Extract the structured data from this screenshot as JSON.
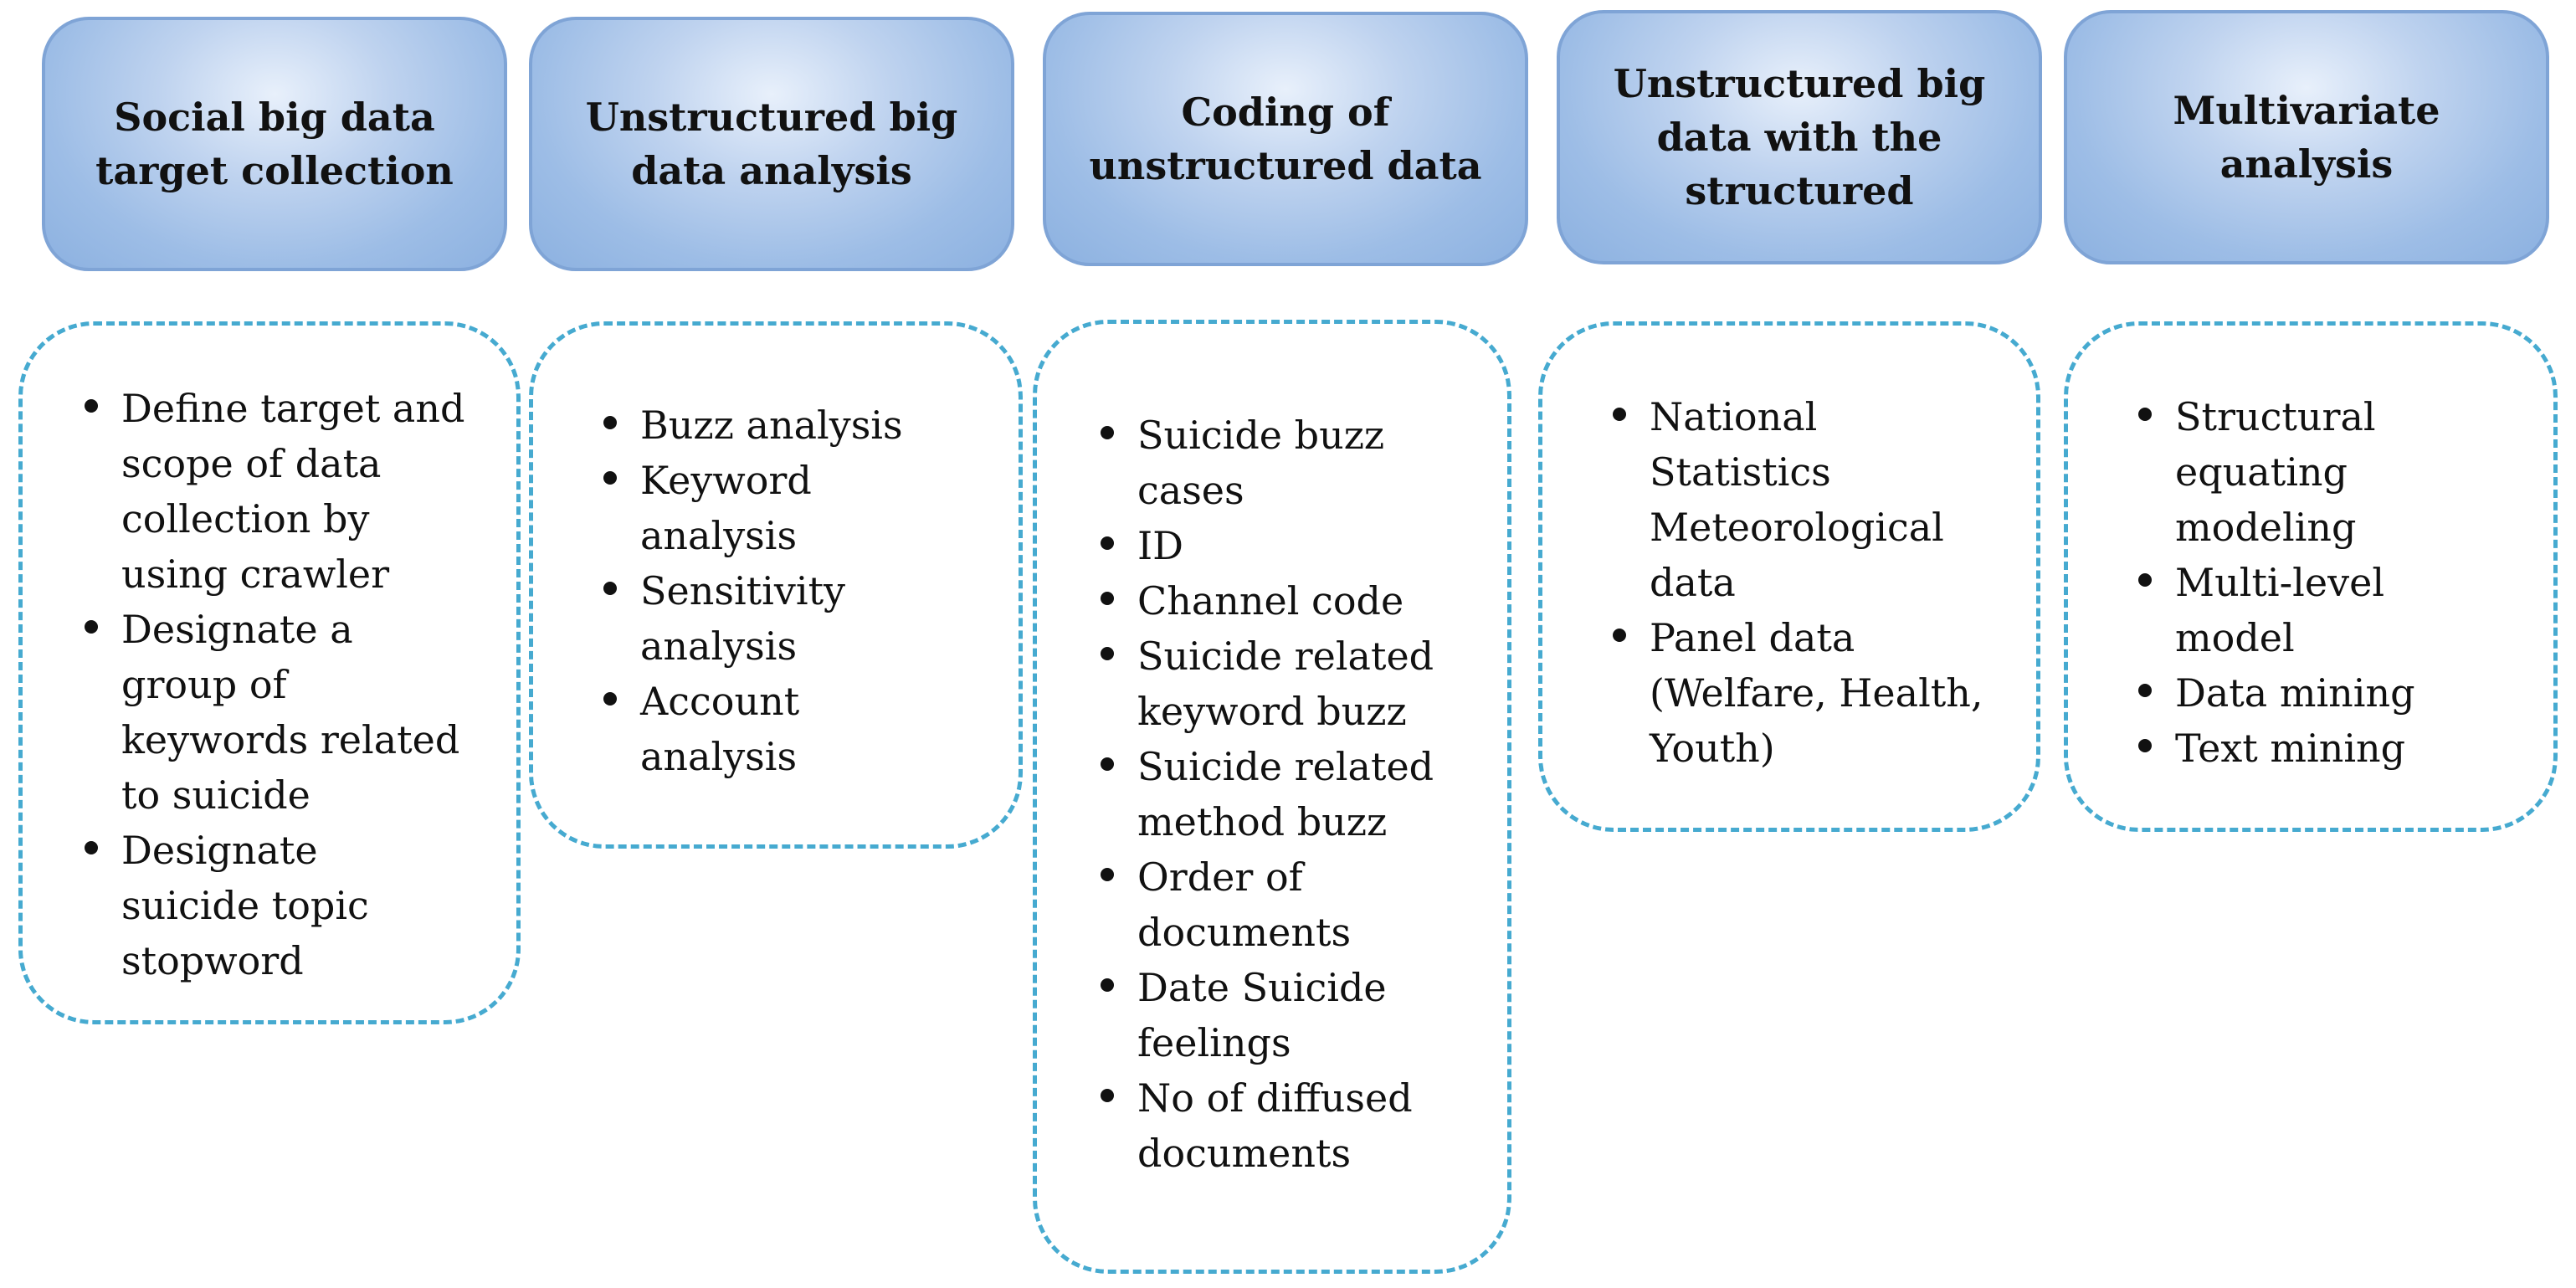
{
  "columns": [
    {
      "title": "Social big data\ntarget collection",
      "items": [
        "Define target and\nscope of data\ncollection by\nusing crawler",
        "Designate a\ngroup of\nkeywords related\nto suicide",
        "Designate\nsuicide topic\nstopword"
      ]
    },
    {
      "title": "Unstructured big\ndata analysis",
      "items": [
        "Buzz analysis",
        "Keyword\nanalysis",
        "Sensitivity\nanalysis",
        "Account\nanalysis"
      ]
    },
    {
      "title": "Coding of\nunstructured data",
      "items": [
        "Suicide buzz\ncases",
        "ID",
        "Channel code",
        "Suicide related\nkeyword buzz",
        "Suicide related\nmethod buzz",
        "Order of\ndocuments",
        "Date Suicide\nfeelings",
        "No of diffused\ndocuments"
      ]
    },
    {
      "title": "Unstructured big\ndata with the\nstructured",
      "items": [
        "National\nStatistics\nMeteorological\ndata",
        "Panel data\n(Welfare, Health,\nYouth)"
      ]
    },
    {
      "title": "Multivariate\nanalysis",
      "items": [
        "Structural\nequating\nmodeling",
        "Multi-level\nmodel",
        "Data mining",
        "Text mining"
      ]
    }
  ],
  "colors": {
    "header_fill": "#9dbde6",
    "header_border": "#7fa4d6",
    "box_border": "#46aad0",
    "text": "#111111"
  }
}
